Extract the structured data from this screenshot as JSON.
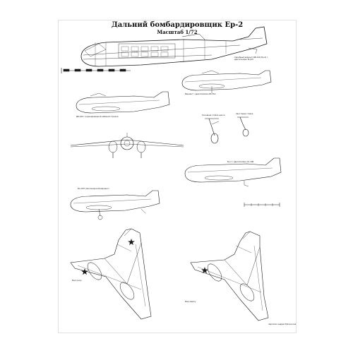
{
  "sheet": {
    "title": "Дальний бомбардировщик Ер-2",
    "subtitle": "Масштаб 1/72"
  },
  "colors": {
    "line": "#1a1a1a",
    "paper": "#ffffff",
    "star": "#1a1a1a"
  },
  "captions": {
    "main_profile": "Серийный вариант ДБ-240 (Ер-2) с двигателями М-105",
    "profile_2": "Вариант с двигателями АМ-35А",
    "profile_3": "ДБ-240 с экранированной кабиной стрелка",
    "landing_gear": "Основная стойка шасси",
    "tail_gear": "Хвостовая стойка",
    "profile_4": "Ер-2 с двигателями АЧ-30Б",
    "profile_5": "Ер-2ОН (пассажирский вариант)",
    "bottom_view": "Вид снизу",
    "top_view": "Вид сверху",
    "author": "Чертежи Андрея Юргенсона"
  }
}
